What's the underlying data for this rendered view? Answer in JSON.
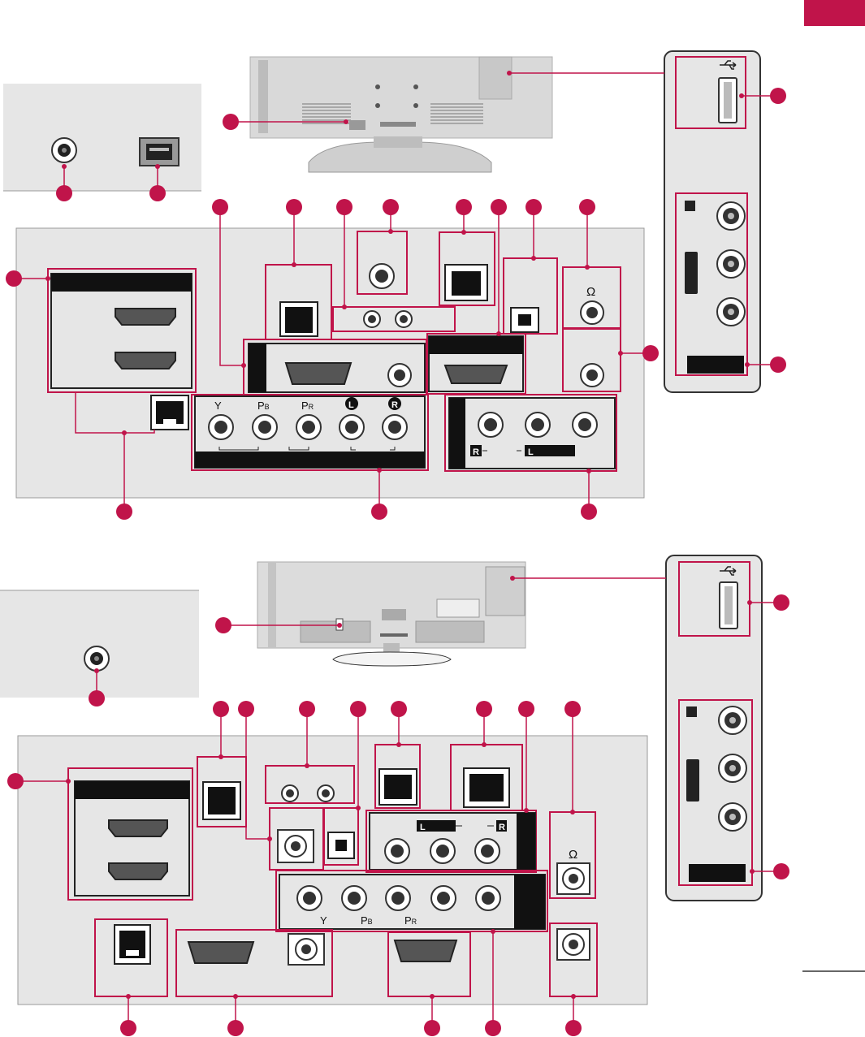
{
  "page": {
    "accent_color": "#c0144a",
    "panel_color": "#e6e6e6"
  },
  "icons": {
    "usb": "usb-icon",
    "headphone": "headphone-icon",
    "rca": "rca-jack-icon",
    "hdmi": "hdmi-port-icon",
    "rgb": "d-sub-port-icon",
    "rs232c": "d-sub-9-port-icon",
    "optical": "optical-port-icon",
    "lan": "rj45-port-icon",
    "antenna": "antenna-jack-icon"
  },
  "labels": {
    "component_y": "Y",
    "component_pb": "P",
    "component_pb_sub": "B",
    "component_pr": "P",
    "component_pr_sub": "R",
    "audio_l": "L",
    "audio_r": "R",
    "headphone_symbol": "Ω"
  }
}
